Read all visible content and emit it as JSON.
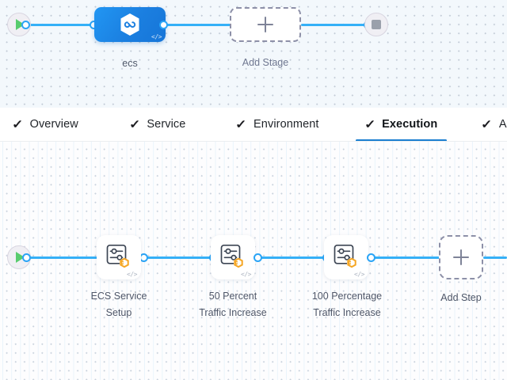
{
  "stage_canvas": {
    "start_node": {
      "name": "pipeline-start",
      "icon": "play-icon"
    },
    "end_node": {
      "name": "pipeline-end",
      "icon": "stop-icon"
    },
    "stages": [
      {
        "label": "ecs",
        "icon": "harness-hexagon-icon",
        "code_glyph": "</>",
        "selected": true
      }
    ],
    "add_stage": {
      "label": "Add Stage",
      "icon": "plus-icon"
    }
  },
  "tabs": [
    {
      "label": "Overview",
      "icon": "check-icon",
      "active": false
    },
    {
      "label": "Service",
      "icon": "check-icon",
      "active": false
    },
    {
      "label": "Environment",
      "icon": "check-icon",
      "active": false
    },
    {
      "label": "Execution",
      "icon": "check-icon",
      "active": true
    },
    {
      "label": "Advanced",
      "icon": "check-icon",
      "active": false
    }
  ],
  "execution_canvas": {
    "start_node": {
      "name": "execution-start",
      "icon": "play-icon"
    },
    "steps": [
      {
        "label": "ECS Service Setup",
        "label_lines": [
          "ECS Service",
          "Setup"
        ],
        "icon": "step-config-icon",
        "badge": "harness-hexagon-badge",
        "code_glyph": "</>"
      },
      {
        "label": "50 Percent Traffic Increase",
        "label_lines": [
          "50 Percent",
          "Traffic Increase"
        ],
        "icon": "step-config-icon",
        "badge": "harness-hexagon-badge",
        "code_glyph": "</>"
      },
      {
        "label": "100 Percentage Traffic Increase",
        "label_lines": [
          "100 Percentage",
          "Traffic Increase"
        ],
        "icon": "step-config-icon",
        "badge": "harness-hexagon-badge",
        "code_glyph": "</>"
      }
    ],
    "add_step": {
      "label": "Add Step",
      "icon": "plus-icon"
    }
  },
  "colors": {
    "wire": "#35b0f7",
    "port_ring": "#2aa4f6",
    "stage_blue": "#1b7fe0",
    "active_tab_underline": "#1b7fd0",
    "play_green": "#58cc6e",
    "badge_orange": "#f5a623",
    "stage_canvas_bg": "#f3f8fc",
    "exec_canvas_bg": "#fdfdfe"
  }
}
